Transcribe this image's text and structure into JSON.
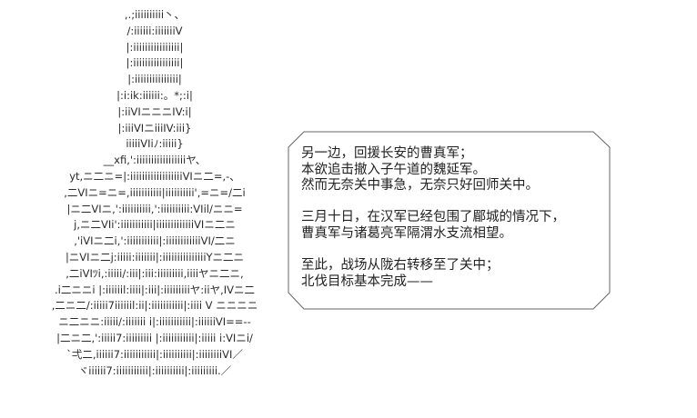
{
  "art_lines": [
    ",.;iiiiiiiiii丶、",
    "/:iiiiii:iiiiiiiV",
    "|:iiiiiiiiiiiiiiii|",
    "|:iiiiiiiiiiiiiiii|",
    "|:iiiiiiiiiiiiiii|",
    "|:i:ik:iiiiii:。*;:i|",
    "|:iiVIニニニIV:i|",
    "|:iiiVIニiiiIV:iii}",
    "iiiiiVIiﾉ:iiiii}",
    "__xfi,':iiiiiiiiiiiiiiiiiヤ、",
    "yt,ニ二ニ=|:iiiiiiiiiiiiiiiiiiVIニ二=,-、",
    ",二VIニ=ニ=,iiiiiiiiiii|iiiiiiiiii',=ニ=/二i",
    "|ニ二VIニ,':iiiiiiiiii,':iiiiiiiiii:VIil/ニニ=",
    "j,ニ二VIi':iiiiiiiiiii|iiiiiiiiiiiiiVIニ二ニ",
    ",'iVIニ二i,':iiiiiiiiiii|:iiiiiiiiiiiiVI/二ニ",
    "|ニVIニ二j:iiiii:iiiiiii|:iiiiiiiiiiiiiiiYニ二ニ",
    ",二iVIﾂi,:iiiii/:iii|:iii:iiiiiiiii,iiiiヤニ二ニ,",
    ".i二ニニi |:iiiiiil:iiii|:iii|:iiiiiiiiiヤ:iiヤ,IVニ二",
    ",二ニ二/:iiiii7iiiiiil:ii|:iiiiiiiiiii|:iiii V ニニニニ",
    "ニ二ニニ:iiiii/:iiiiiii i|:iiiiiiiiiii|:iiiiiiVI==--",
    "|二ニ二,':iiiii7:iiiiiiiii |:iiiiiiiiiii|:iiiii i:VIニi/",
    "`弌二,iiiiii7:iiiiiiiiiii|:iiiiiiiiii|:iiiiiiiiVI／",
    "ヾiiiiii7:iiiiiiiiiii|:iiiiiiiiii|:iiiiiiiii.／"
  ],
  "narration": [
    "另一边，回援长安的曹真军；",
    "本欲追击撤入子午道的魏延军。",
    "然而无奈关中事急，无奈只好回师关中。",
    "",
    "三月十日，在汉军已经包围了郿城的情况下，",
    "曹真军与诸葛亮军隔渭水支流相望。",
    "",
    "至此，战场从陇右转移至了关中；",
    "北伐目标基本完成——"
  ]
}
